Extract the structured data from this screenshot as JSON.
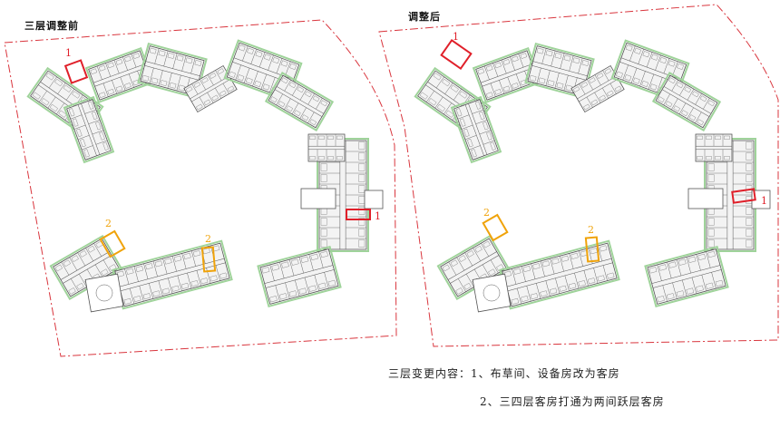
{
  "titles": {
    "before": "三层调整前",
    "after": "调整后"
  },
  "notes": {
    "line1": "三层变更内容：1、布草间、设备房改为客房",
    "line2": "2、三四层客房打通为两间跃层客房"
  },
  "markers": {
    "red_label": "1",
    "orange_label": "2"
  },
  "colors": {
    "boundary": "#d9363e",
    "highlight_red": "#e0202a",
    "highlight_orange": "#f0a30a",
    "plan_line": "#555555",
    "plan_fill": "#f3f3f3",
    "green_edge": "#9fd39a"
  }
}
